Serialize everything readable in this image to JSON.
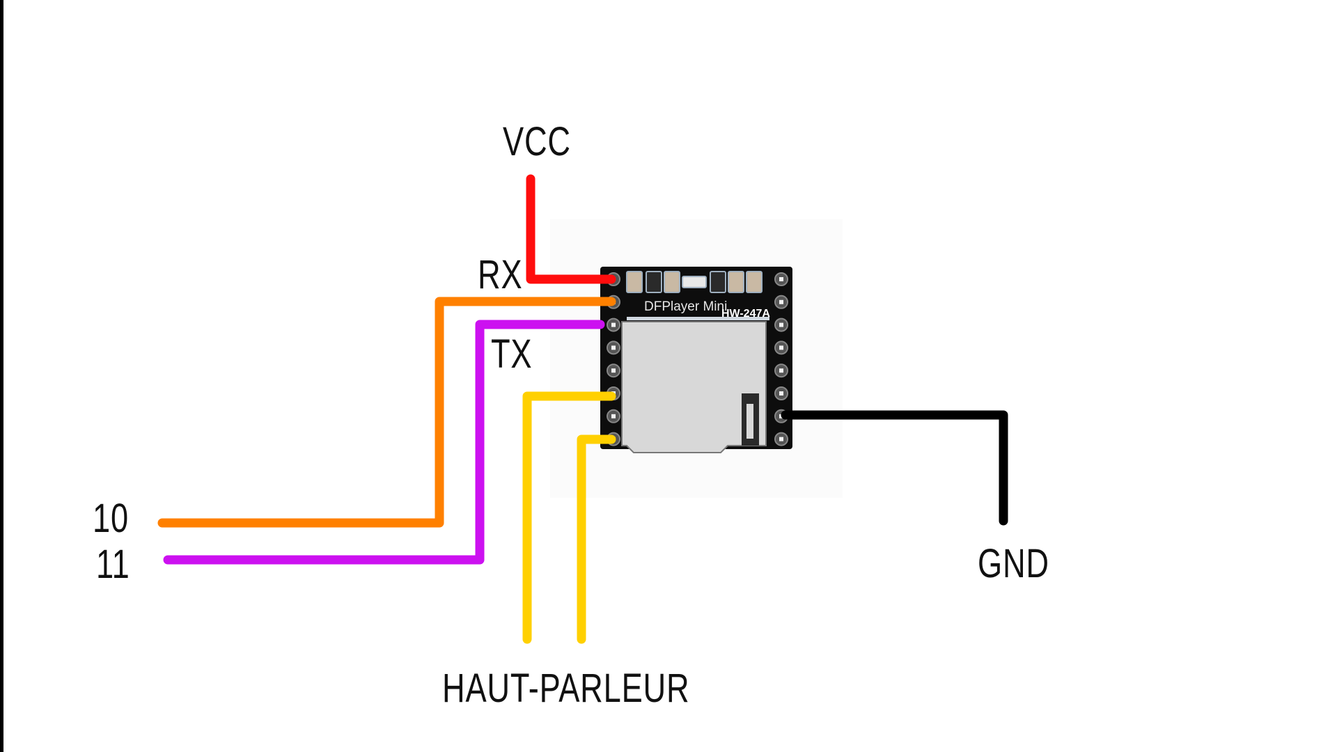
{
  "diagram": {
    "title": "DFPlayer Mini wiring",
    "module": {
      "name": "DFPlayer Mini",
      "model": "HW-247A",
      "board_color": "#0d0d0d",
      "sd_slot_color": "#d8d8d8"
    },
    "labels": {
      "vcc": "VCC",
      "rx": "RX",
      "tx": "TX",
      "pin10": "10",
      "pin11": "11",
      "gnd": "GND",
      "speaker": "HAUT-PARLEUR"
    },
    "wires": [
      {
        "id": "vcc",
        "label": "VCC",
        "color": "#ff0d0d",
        "pin": "left-1"
      },
      {
        "id": "rx",
        "label": "RX → 10",
        "color": "#ff8000",
        "pin": "left-2"
      },
      {
        "id": "tx",
        "label": "TX → 11",
        "color": "#cc11f0",
        "pin": "left-3"
      },
      {
        "id": "spk1",
        "label": "HAUT-PARLEUR",
        "color": "#ffd000",
        "pin": "left-6"
      },
      {
        "id": "spk2",
        "label": "HAUT-PARLEUR",
        "color": "#ffd000",
        "pin": "left-8"
      },
      {
        "id": "gnd",
        "label": "GND",
        "color": "#000000",
        "pin": "right-7"
      }
    ]
  }
}
